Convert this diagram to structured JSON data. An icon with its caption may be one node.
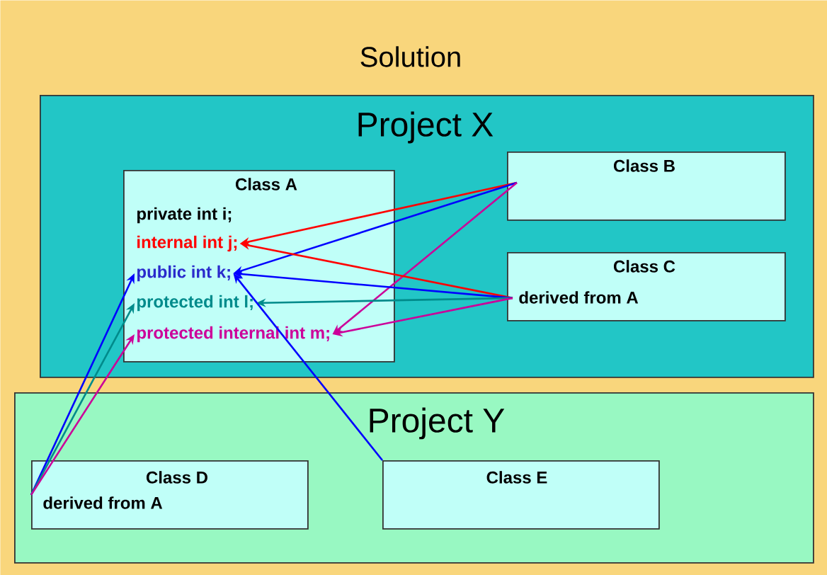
{
  "diagram": {
    "nodes": [
      {
        "text": [
          "Solution"
        ]
      },
      {
        "text": [
          "Project X"
        ],
        "in": 0
      },
      {
        "text": [
          "Class A"
        ],
        "in": 1
      },
      {
        "text": [
          "private int i;"
        ],
        "in": 2
      },
      {
        "text": [
          "internal int j;"
        ],
        "in": 2
      },
      {
        "text": [
          "public int k;"
        ],
        "in": 2
      },
      {
        "text": [
          "protected int l;"
        ],
        "in": 2
      },
      {
        "text": [
          "protected internal int m;"
        ],
        "in": 2
      },
      {
        "text": [
          "Class B"
        ],
        "in": 1
      },
      {
        "text": [
          "Class C",
          "derived from A"
        ],
        "in": 1
      },
      {
        "text": [
          "Project Y"
        ],
        "in": 0
      },
      {
        "text": [
          "Class D",
          "derived from A"
        ],
        "in": 10
      },
      {
        "text": [
          "Class E"
        ],
        "in": 10
      }
    ],
    "edges": [
      {
        "from": 8,
        "to": 4,
        "arrow": "to",
        "color": "#ff0000"
      },
      {
        "from": 8,
        "to": 5,
        "arrow": "to",
        "color": "#0000ff"
      },
      {
        "from": 8,
        "to": 7,
        "arrow": "to",
        "color": "#cc0099"
      },
      {
        "from": 9,
        "to": 4,
        "arrow": "to",
        "color": "#ff0000"
      },
      {
        "from": 9,
        "to": 5,
        "arrow": "to",
        "color": "#0000ff"
      },
      {
        "from": 9,
        "to": 6,
        "arrow": "to",
        "color": "#008b8b"
      },
      {
        "from": 9,
        "to": 7,
        "arrow": "to",
        "color": "#cc0099"
      },
      {
        "from": 11,
        "to": 5,
        "arrow": "to",
        "color": "#0000ff"
      },
      {
        "from": 11,
        "to": 6,
        "arrow": "to",
        "color": "#008b8b"
      },
      {
        "from": 11,
        "to": 7,
        "arrow": "to",
        "color": "#cc0099"
      },
      {
        "from": 12,
        "to": 5,
        "arrow": "to",
        "color": "#0000ff"
      }
    ]
  }
}
